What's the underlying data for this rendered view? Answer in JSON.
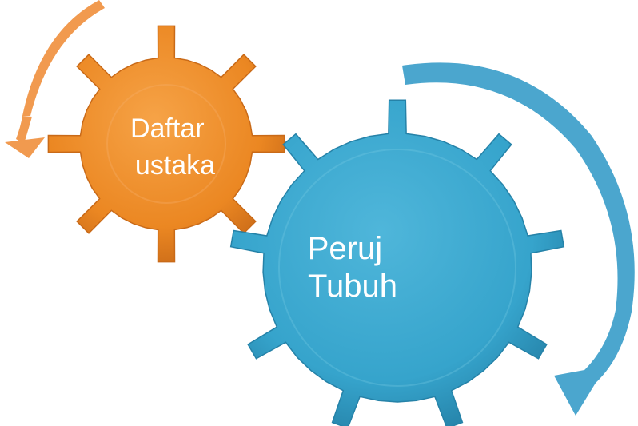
{
  "diagram": {
    "type": "gear-cycle",
    "gears": [
      {
        "id": "small",
        "label_lines": [
          "Daftar",
          "ustaka"
        ],
        "color": "#EE8A24",
        "highlight": "#F7B25B",
        "shadow": "#C2651A",
        "rotation_arrow": "counter-clockwise"
      },
      {
        "id": "large",
        "label_lines": [
          "Peruj",
          "Tubuh"
        ],
        "color": "#3DAAD0",
        "highlight": "#7CCCE6",
        "shadow": "#2384AA",
        "rotation_arrow": "clockwise"
      }
    ],
    "arrows": [
      {
        "id": "orange-arrow",
        "color": "#F19A4F"
      },
      {
        "id": "blue-arrow",
        "color": "#4BA6CE"
      }
    ]
  }
}
